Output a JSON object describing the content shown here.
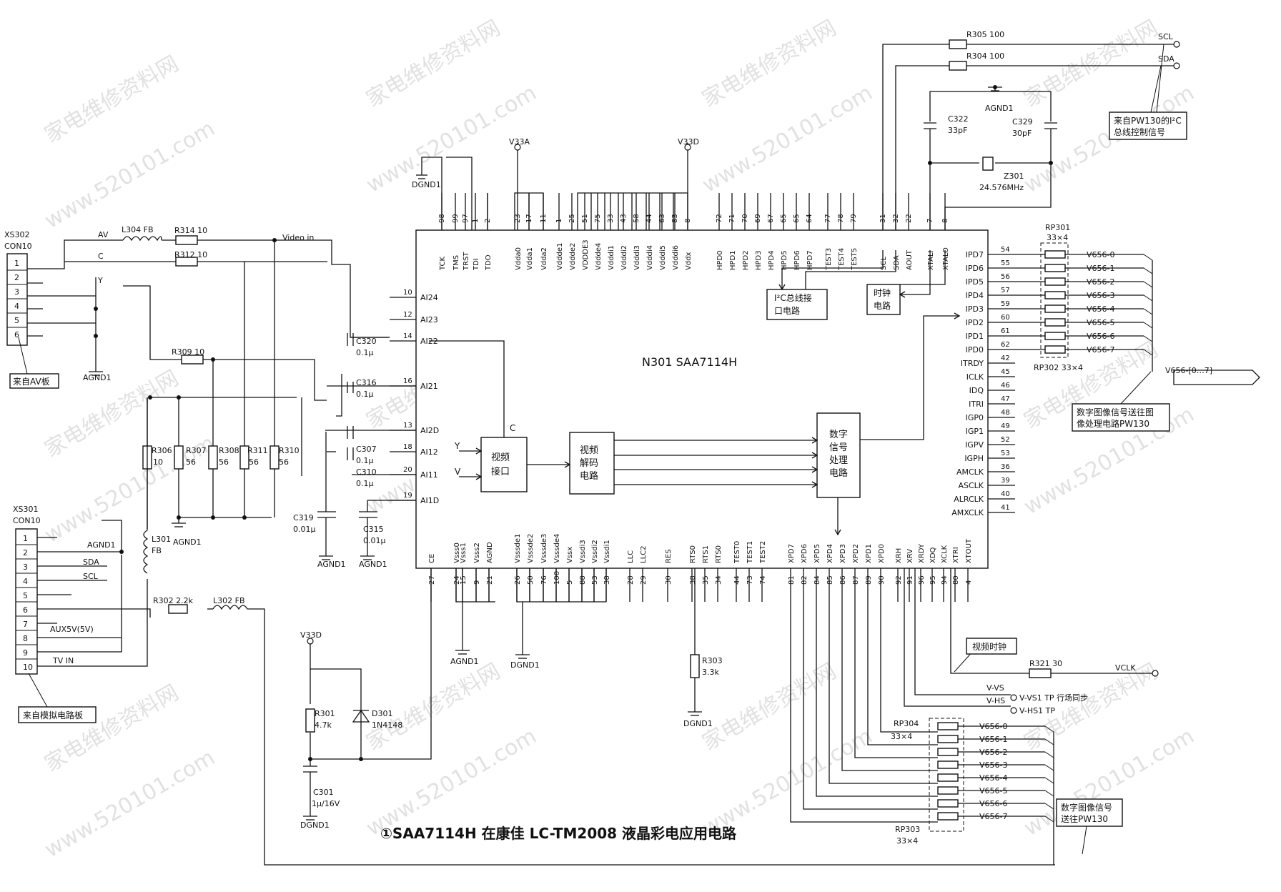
{
  "chip": {
    "name": "N301 SAA7114H",
    "top_pins": [
      {
        "num": "98",
        "name": "TCK"
      },
      {
        "num": "99",
        "name": "TMS"
      },
      {
        "num": "97",
        "name": "TRST"
      },
      {
        "num": "1",
        "name": "TDI"
      },
      {
        "num": "2",
        "name": "TDO"
      },
      {
        "num": "23",
        "name": "Vdda0"
      },
      {
        "num": "17",
        "name": "Vdda1"
      },
      {
        "num": "11",
        "name": "Vdda2"
      },
      {
        "num": "1",
        "name": "Vddde1"
      },
      {
        "num": "25",
        "name": "Vddde2"
      },
      {
        "num": "51",
        "name": "VDDDE3"
      },
      {
        "num": "75",
        "name": "Vddde4"
      },
      {
        "num": "33",
        "name": "Vdddi1"
      },
      {
        "num": "43",
        "name": "Vdddi2"
      },
      {
        "num": "58",
        "name": "Vdddi3"
      },
      {
        "num": "44",
        "name": "Vdddi4"
      },
      {
        "num": "63",
        "name": "Vdddi5"
      },
      {
        "num": "83",
        "name": "Vdddi6"
      },
      {
        "num": "8",
        "name": "Vddx"
      },
      {
        "num": "72",
        "name": "HPD0"
      },
      {
        "num": "71",
        "name": "HPD1"
      },
      {
        "num": "70",
        "name": "HPD2"
      },
      {
        "num": "69",
        "name": "HPD3"
      },
      {
        "num": "67",
        "name": "HPD4"
      },
      {
        "num": "65",
        "name": "HPD5"
      },
      {
        "num": "65",
        "name": "HPD6"
      },
      {
        "num": "64",
        "name": "HPD7"
      },
      {
        "num": "77",
        "name": "TEST3"
      },
      {
        "num": "78",
        "name": "TEST4"
      },
      {
        "num": "79",
        "name": "TEST5"
      },
      {
        "num": "31",
        "name": "SCL"
      },
      {
        "num": "32",
        "name": "SDA"
      },
      {
        "num": "22",
        "name": "AOUT"
      },
      {
        "num": "7",
        "name": "XTALI"
      },
      {
        "num": "8",
        "name": "XTALO"
      }
    ],
    "left_pins": [
      {
        "num": "10",
        "name": "AI24"
      },
      {
        "num": "12",
        "name": "AI23"
      },
      {
        "num": "14",
        "name": "AI22"
      },
      {
        "num": "16",
        "name": "AI21"
      },
      {
        "num": "13",
        "name": "AI2D"
      },
      {
        "num": "18",
        "name": "AI12"
      },
      {
        "num": "20",
        "name": "AI11"
      },
      {
        "num": "19",
        "name": "AI1D"
      }
    ],
    "right_pins": [
      {
        "num": "54",
        "name": "IPD7"
      },
      {
        "num": "55",
        "name": "IPD6"
      },
      {
        "num": "56",
        "name": "IPD5"
      },
      {
        "num": "57",
        "name": "IPD4"
      },
      {
        "num": "59",
        "name": "IPD3"
      },
      {
        "num": "60",
        "name": "IPD2"
      },
      {
        "num": "61",
        "name": "IPD1"
      },
      {
        "num": "62",
        "name": "IPD0"
      },
      {
        "num": "42",
        "name": "ITRDY"
      },
      {
        "num": "45",
        "name": "ICLK"
      },
      {
        "num": "46",
        "name": "IDQ"
      },
      {
        "num": "47",
        "name": "ITRI"
      },
      {
        "num": "48",
        "name": "IGP0"
      },
      {
        "num": "49",
        "name": "IGP1"
      },
      {
        "num": "52",
        "name": "IGPV"
      },
      {
        "num": "53",
        "name": "IGPH"
      },
      {
        "num": "36",
        "name": "AMCLK"
      },
      {
        "num": "39",
        "name": "ASCLK"
      },
      {
        "num": "40",
        "name": "ALRCLK"
      },
      {
        "num": "41",
        "name": "AMXCLK"
      }
    ],
    "bottom_pins": [
      {
        "num": "27",
        "name": "CE"
      },
      {
        "num": "24",
        "name": "Vsss0"
      },
      {
        "num": "15",
        "name": "Vsss1"
      },
      {
        "num": "9",
        "name": "Vsss2"
      },
      {
        "num": "21",
        "name": "AGND"
      },
      {
        "num": "26",
        "name": "Vsssde1"
      },
      {
        "num": "50",
        "name": "Vsssde2"
      },
      {
        "num": "76",
        "name": "Vsssde3"
      },
      {
        "num": "100",
        "name": "Vsssde4"
      },
      {
        "num": "5",
        "name": "Vssx"
      },
      {
        "num": "88",
        "name": "Vssdi3"
      },
      {
        "num": "53",
        "name": "Vssdi2"
      },
      {
        "num": "38",
        "name": "Vssdi1"
      },
      {
        "num": "28",
        "name": "LLC"
      },
      {
        "num": "29",
        "name": "LLC2"
      },
      {
        "num": "30",
        "name": "RES"
      },
      {
        "num": "38",
        "name": "RTS0"
      },
      {
        "num": "35",
        "name": "RTS1"
      },
      {
        "num": "34",
        "name": "RTS0"
      },
      {
        "num": "44",
        "name": "TEST0"
      },
      {
        "num": "73",
        "name": "TEST1"
      },
      {
        "num": "74",
        "name": "TEST2"
      },
      {
        "num": "81",
        "name": "XPD7"
      },
      {
        "num": "82",
        "name": "XPD6"
      },
      {
        "num": "84",
        "name": "XPD5"
      },
      {
        "num": "85",
        "name": "XPD4"
      },
      {
        "num": "86",
        "name": "XPD3"
      },
      {
        "num": "87",
        "name": "XPD2"
      },
      {
        "num": "89",
        "name": "XPD1"
      },
      {
        "num": "90",
        "name": "XPD0"
      },
      {
        "num": "92",
        "name": "XRH"
      },
      {
        "num": "91",
        "name": "XRV"
      },
      {
        "num": "96",
        "name": "XRDY"
      },
      {
        "num": "95",
        "name": "XDQ"
      },
      {
        "num": "94",
        "name": "XCLK"
      },
      {
        "num": "80",
        "name": "XTRI"
      },
      {
        "num": "4",
        "name": "XTOUT"
      }
    ]
  },
  "blocks": {
    "video_if": [
      "视频",
      "接口"
    ],
    "video_dec": [
      "视频",
      "解码",
      "电路"
    ],
    "dsp": [
      "数字",
      "信号",
      "处理",
      "电路"
    ],
    "i2c_if": [
      "I²C总线接",
      "口电路"
    ],
    "clock": [
      "时钟",
      "电路"
    ],
    "i2c_pin_label": "C"
  },
  "xs302": {
    "name": "XS302",
    "type": "CON10",
    "pins": [
      "1",
      "2",
      "3",
      "4",
      "5",
      "6"
    ],
    "note": "来自AV板"
  },
  "xs301": {
    "name": "XS301",
    "type": "CON10",
    "pins": [
      "1",
      "2",
      "3",
      "4",
      "5",
      "6",
      "7",
      "8",
      "9",
      "10"
    ],
    "note": "来自模拟电路板",
    "signals": [
      "SDA",
      "SCL",
      "AUX5V(5V)",
      "TV IN"
    ]
  },
  "labels": {
    "av": "AV",
    "c": "C",
    "y": "Y",
    "video_in": "Video in",
    "y_in": "Y",
    "v_in": "V",
    "sda": "SCL",
    "sdb": "SDA",
    "vclk": "VCLK",
    "v_vs": "V-VS",
    "v_hs": "V-HS",
    "vs1": "V-VS1 TP 行场同步",
    "hs1": "V-HS1 TP",
    "bus_out": "V656-[0…7]",
    "note_i2c": [
      "来自PW130的I²C",
      "总线控制信号"
    ],
    "note_dig1": [
      "数字图像信号送往图",
      "像处理电路PW130"
    ],
    "note_dig2": [
      "数字图像信号",
      "送往PW130"
    ],
    "note_vclk": "视频时钟",
    "v33a": "V33A",
    "v33d": "V33D",
    "v33d2": "V33D",
    "dgnd": "DGND1",
    "agnd": "AGND1"
  },
  "components": {
    "r305": "R305 100",
    "r304": "R304 100",
    "c322": [
      "C322",
      "33pF"
    ],
    "c329": [
      "C329",
      "30pF"
    ],
    "z301": [
      "Z301",
      "24.576MHz"
    ],
    "l304": "L304 FB",
    "r314": "R314 10",
    "r312": "R312 10",
    "r309": "R309 10",
    "c320": [
      "C320",
      "0.1μ"
    ],
    "c316": [
      "C316",
      "0.1μ"
    ],
    "c307": [
      "C307",
      "0.1μ"
    ],
    "c310": [
      "C310",
      "0.1μ"
    ],
    "c319": [
      "C319",
      "0.01μ"
    ],
    "c315": [
      "C315",
      "0.01μ"
    ],
    "r306": [
      "R306",
      "10"
    ],
    "r307": [
      "R307",
      "56"
    ],
    "r308": [
      "R308",
      "56"
    ],
    "r311": [
      "R311",
      "56"
    ],
    "r310": [
      "R310",
      "56"
    ],
    "l301": [
      "L301",
      "FB"
    ],
    "r302": "R302 2.2k",
    "l302": "L302 FB",
    "r301": [
      "R301",
      "4.7k"
    ],
    "d301": [
      "D301",
      "1N4148"
    ],
    "c301": [
      "C301",
      "1μ/16V"
    ],
    "r303": [
      "R303",
      "3.3k"
    ],
    "r321": "R321 30",
    "rp301": [
      "RP301",
      "33×4"
    ],
    "rp302": "RP302 33×4",
    "rp304": [
      "RP304",
      "33×4"
    ],
    "rp303": [
      "RP303",
      "33×4"
    ]
  },
  "bus_top": [
    "V656-0",
    "V656-1",
    "V656-2",
    "V656-3",
    "V656-4",
    "V656-5",
    "V656-6",
    "V656-7"
  ],
  "bus_bottom": [
    "V656-0",
    "V656-1",
    "V656-2",
    "V656-3",
    "V656-4",
    "V656-5",
    "V656-6",
    "V656-7"
  ],
  "title": "①SAA7114H 在康佳 LC-TM2008 液晶彩电应用电路",
  "watermark": [
    "家电维修资料网",
    "www.520101.com"
  ]
}
